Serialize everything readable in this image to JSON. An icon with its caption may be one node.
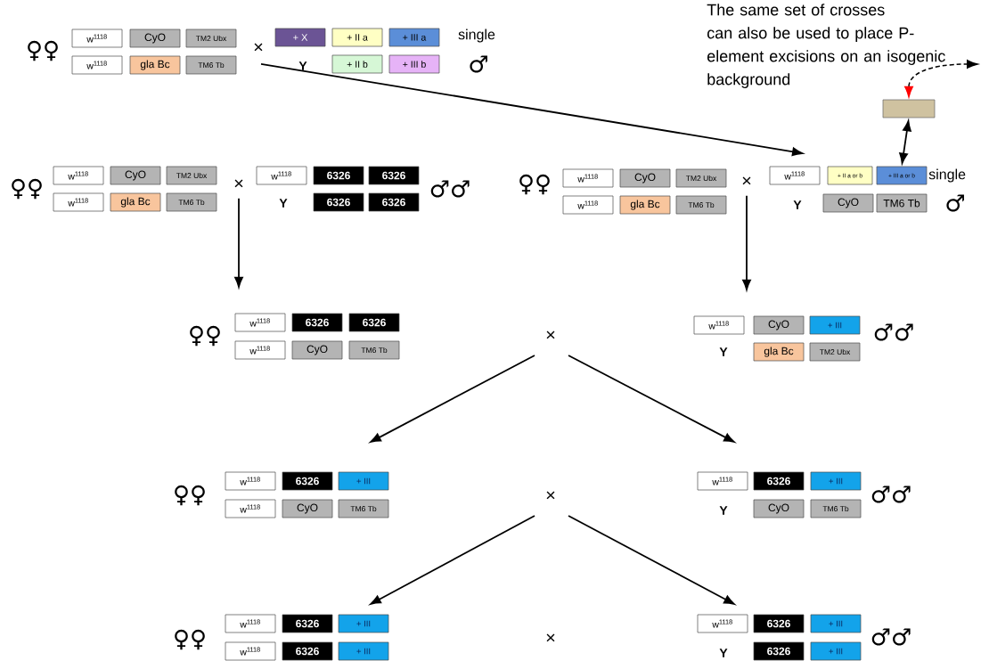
{
  "diagram": {
    "nodes": [
      {
        "text": [
          "w$^{1118}$"
        ]
      },
      {
        "text": [
          "CyO"
        ]
      },
      {
        "text": [
          "TM2 Ubx"
        ]
      },
      {
        "text": [
          "w$^{1118}$"
        ]
      },
      {
        "text": [
          "gla Bc"
        ]
      },
      {
        "text": [
          "TM6 Tb"
        ]
      },
      {
        "text": [
          "×"
        ]
      },
      {
        "text": [
          "+ X"
        ]
      },
      {
        "text": [
          "+ II a"
        ]
      },
      {
        "text": [
          "+ III a"
        ]
      },
      {
        "text": [
          "+ II b"
        ]
      },
      {
        "text": [
          "+ III b"
        ]
      },
      {
        "text": [],
        "shape": "box"
      },
      {
        "text": [
          "w$^{1118}$"
        ]
      },
      {
        "text": [
          "CyO"
        ]
      },
      {
        "text": [
          "TM2 Ubx"
        ]
      },
      {
        "text": [
          "w$^{1118}$"
        ]
      },
      {
        "text": [
          "gla Bc"
        ]
      },
      {
        "text": [
          "TM6 Tb"
        ]
      },
      {
        "text": [
          "×"
        ]
      },
      {
        "text": [
          "w$^{1118}$"
        ]
      },
      {
        "text": [
          "6326"
        ]
      },
      {
        "text": [
          "6326"
        ]
      },
      {
        "text": [
          "6326"
        ]
      },
      {
        "text": [
          "6326"
        ]
      },
      {
        "text": [
          "w$^{1118}$"
        ]
      },
      {
        "text": [
          "CyO"
        ]
      },
      {
        "text": [
          "TM2 Ubx"
        ]
      },
      {
        "text": [
          "w$^{1118}$"
        ]
      },
      {
        "text": [
          "gla Bc"
        ]
      },
      {
        "text": [
          "TM6 Tb"
        ]
      },
      {
        "text": [
          "×"
        ]
      },
      {
        "text": [
          "w$^{1118}$"
        ]
      },
      {
        "text": [
          "+ II a or b"
        ]
      },
      {
        "text": [
          "+ III a or b"
        ]
      },
      {
        "text": [
          "CyO"
        ]
      },
      {
        "text": [
          "TM6 Tb"
        ]
      },
      {
        "text": [
          "w$^{1118}$"
        ]
      },
      {
        "text": [
          "6326"
        ]
      },
      {
        "text": [
          "6326"
        ]
      },
      {
        "text": [
          "w$^{1118}$"
        ]
      },
      {
        "text": [
          "CyO"
        ]
      },
      {
        "text": [
          "TM6 Tb"
        ]
      },
      {
        "text": [
          "×"
        ]
      },
      {
        "text": [
          "w$^{1118}$"
        ]
      },
      {
        "text": [
          "CyO"
        ]
      },
      {
        "text": [
          "+ III"
        ]
      },
      {
        "text": [
          "gla Bc"
        ]
      },
      {
        "text": [
          "TM2 Ubx"
        ]
      },
      {
        "text": [
          "w$^{1118}$"
        ]
      },
      {
        "text": [
          "6326"
        ]
      },
      {
        "text": [
          "+ III"
        ]
      },
      {
        "text": [
          "w$^{1118}$"
        ]
      },
      {
        "text": [
          "CyO"
        ]
      },
      {
        "text": [
          "TM6 Tb"
        ]
      },
      {
        "text": [
          "×"
        ]
      },
      {
        "text": [
          "w$^{1118}$"
        ]
      },
      {
        "text": [
          "6326"
        ]
      },
      {
        "text": [
          "+ III"
        ]
      },
      {
        "text": [
          "CyO"
        ]
      },
      {
        "text": [
          "TM6 Tb"
        ]
      },
      {
        "text": [
          "w$^{1118}$"
        ]
      },
      {
        "text": [
          "6326"
        ]
      },
      {
        "text": [
          "+ III"
        ]
      },
      {
        "text": [
          "w$^{1118}$"
        ]
      },
      {
        "text": [
          "6326"
        ]
      },
      {
        "text": [
          "+ III"
        ]
      },
      {
        "text": [
          "×"
        ]
      },
      {
        "text": [
          "w$^{1118}$"
        ]
      },
      {
        "text": [
          "6326"
        ]
      },
      {
        "text": [
          "+ III"
        ]
      },
      {
        "text": [
          "6326"
        ]
      },
      {
        "text": [
          "+ III"
        ]
      }
    ],
    "edges": [
      {
        "from": 6,
        "to": 32,
        "arrow": "to"
      },
      {
        "from": 19,
        "to": 37,
        "arrow": "to"
      },
      {
        "from": 31,
        "to": 44,
        "arrow": "to"
      },
      {
        "from": 43,
        "to": 51,
        "arrow": "to"
      },
      {
        "from": 43,
        "to": 56,
        "arrow": "to"
      },
      {
        "from": 55,
        "to": 63,
        "arrow": "to"
      },
      {
        "from": 55,
        "to": 68,
        "arrow": "to"
      },
      {
        "from": 12,
        "to": 34,
        "arrow": "both"
      },
      {
        "from": 12,
        "to": null,
        "arrow": "both",
        "style": "dashed"
      }
    ],
    "labels": [
      "♀♀",
      "Y",
      "single",
      "♂",
      "The same set of crosses can also be used to place P-element excisions on an isogenic background",
      "♀♀",
      "Y",
      "♂♂",
      "♀♀",
      "single",
      "♂",
      "Y",
      "♀♀",
      "Y",
      "♂♂",
      "♀♀",
      "Y",
      "♂♂",
      "♀♀",
      "Y",
      "♂♂"
    ]
  }
}
